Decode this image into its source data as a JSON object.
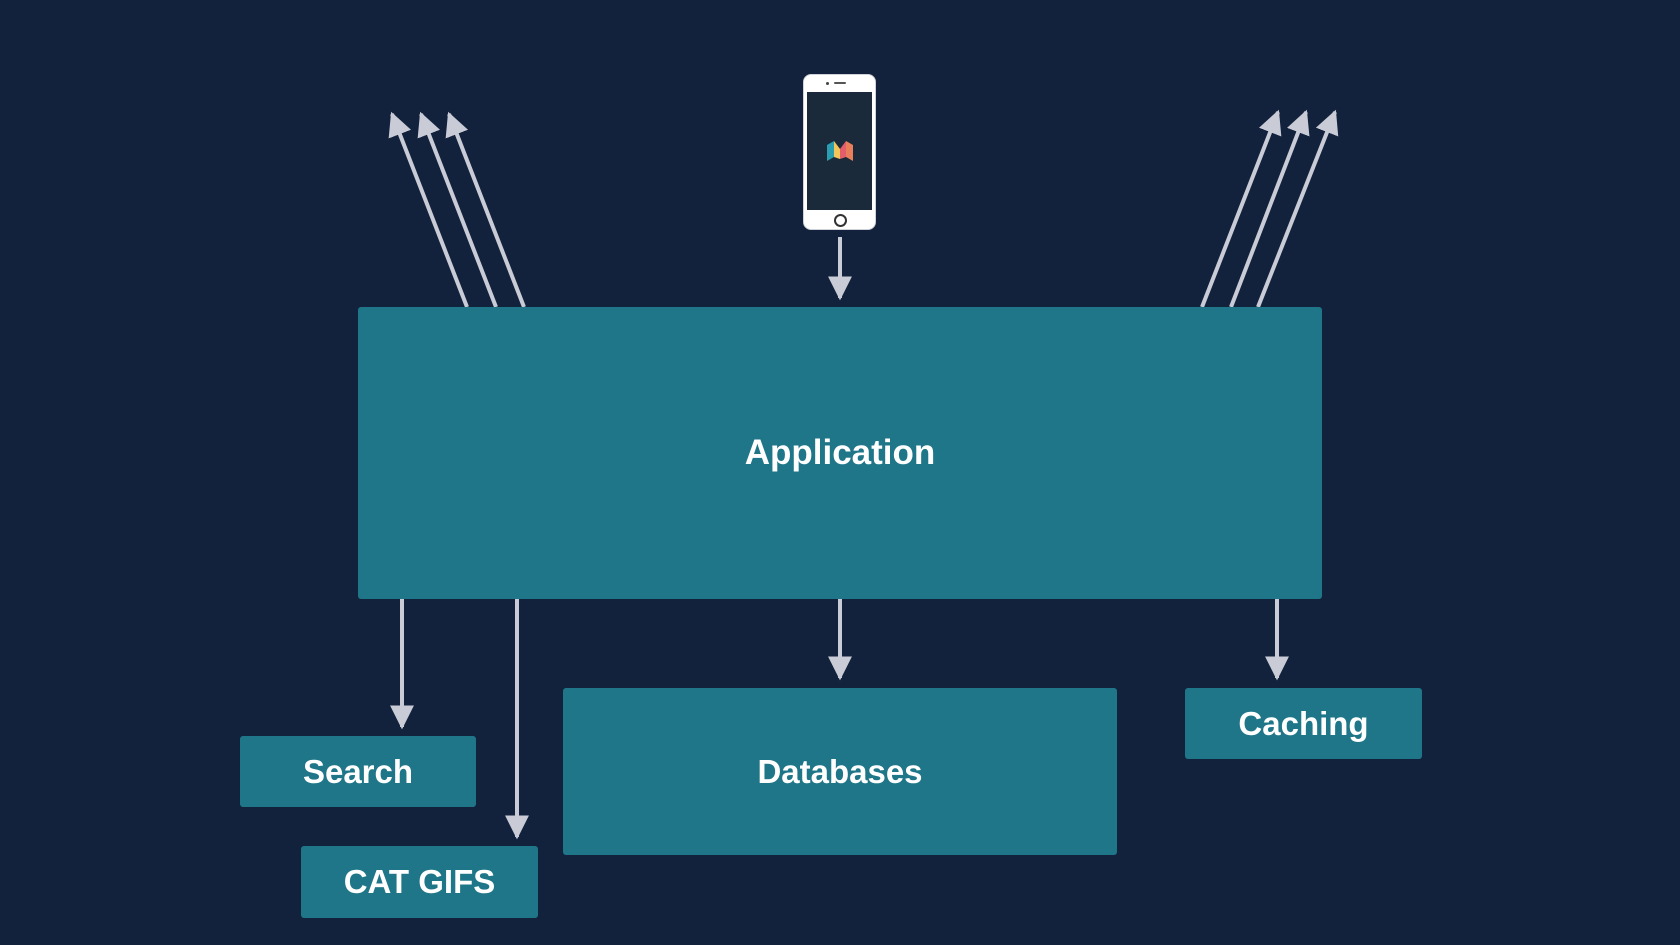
{
  "diagram": {
    "nodes": {
      "application": "Application",
      "search": "Search",
      "cat_gifs": "CAT GIFS",
      "databases": "Databases",
      "caching": "Caching"
    },
    "client_device": {
      "icon": "mobile-phone-icon",
      "logo_icon": "m-logo-icon"
    },
    "edges": [
      {
        "from": "client_device",
        "to": "application"
      },
      {
        "from": "application",
        "to": "search"
      },
      {
        "from": "application",
        "to": "cat_gifs"
      },
      {
        "from": "application",
        "to": "databases"
      },
      {
        "from": "application",
        "to": "caching"
      },
      {
        "from": "application",
        "to": "external",
        "count": 3,
        "direction": "up-left"
      },
      {
        "from": "application",
        "to": "external",
        "count": 3,
        "direction": "up-right"
      }
    ],
    "colors": {
      "background": "#13223c",
      "box_fill": "#1f7689",
      "arrow": "#c9ccd6",
      "text": "#ffffff"
    }
  }
}
